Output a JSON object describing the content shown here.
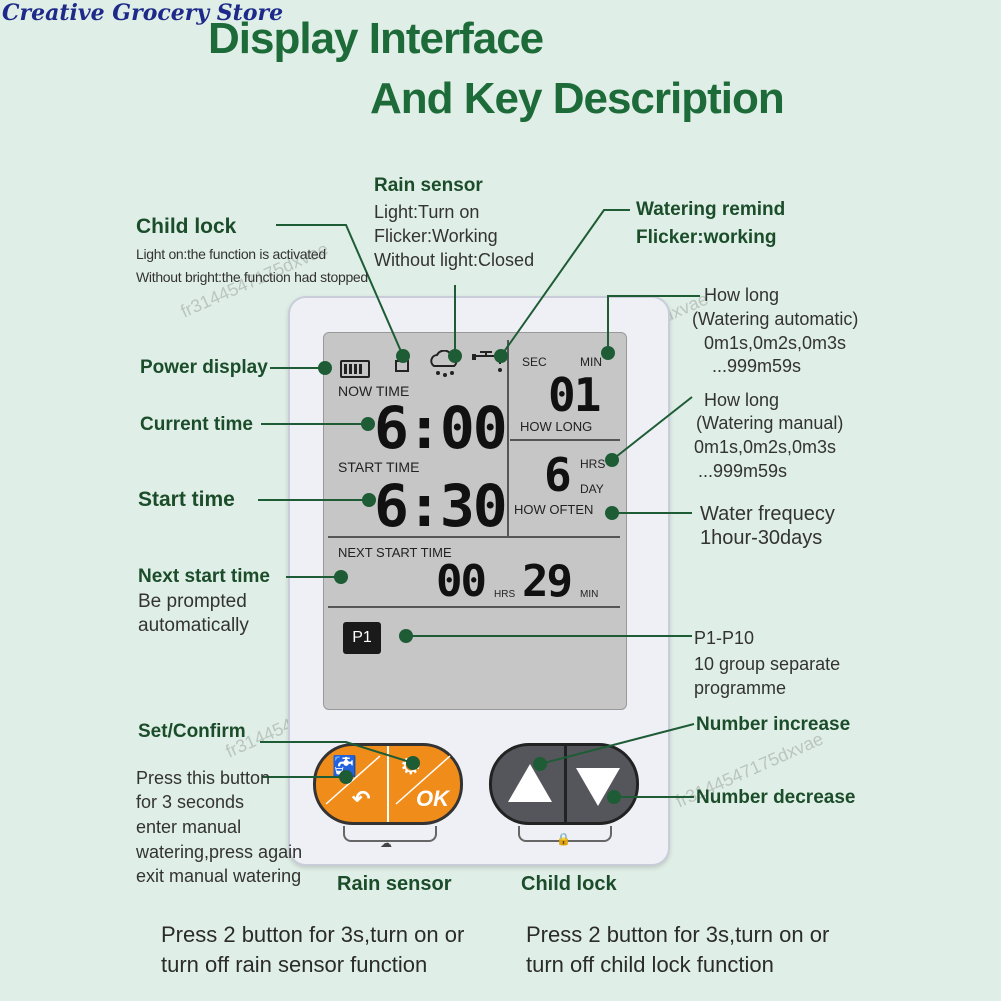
{
  "brand": "Creative Grocery Store",
  "title": {
    "line1": "Display Interface",
    "line2": "And Key Description"
  },
  "colors": {
    "accent": "#1e6b3a",
    "orange_button": "#f08c1a",
    "gray_button": "#55565c",
    "lcd": "#c6c6c6"
  },
  "callouts": {
    "rain_sensor": {
      "label": "Rain sensor",
      "lines": [
        "Light:Turn on",
        "Flicker:Working",
        "Without light:Closed"
      ]
    },
    "child_lock": {
      "label": "Child lock",
      "lines": [
        "Light on:the function is activated",
        "Without bright:the function had stopped"
      ]
    },
    "watering_remind": {
      "label": "Watering remind",
      "sub": "Flicker:working"
    },
    "how_long_auto": {
      "lines": [
        "How long",
        "(Watering automatic)",
        "0m1s,0m2s,0m3s",
        "...999m59s"
      ]
    },
    "how_long_manual": {
      "lines": [
        "How long",
        "(Watering manual)",
        "0m1s,0m2s,0m3s",
        "...999m59s"
      ]
    },
    "power_display": {
      "label": "Power display"
    },
    "current_time": {
      "label": "Current time"
    },
    "start_time": {
      "label": "Start time"
    },
    "water_frequency": {
      "lines": [
        "Water frequecy",
        "1hour-30days"
      ]
    },
    "next_start_time": {
      "label": "Next start time",
      "lines": [
        "Be prompted",
        "automatically"
      ]
    },
    "program": {
      "lines": [
        "P1-P10",
        "10 group separate",
        "programme"
      ]
    },
    "set_confirm": {
      "label": "Set/Confirm",
      "lines": [
        "Press this button",
        "for 3 seconds",
        "enter manual",
        "watering,press again",
        "exit manual watering"
      ]
    },
    "number_increase": {
      "label": "Number increase"
    },
    "number_decrease": {
      "label": "Number decrease"
    }
  },
  "lcd": {
    "now_time_label": "NOW TIME",
    "now_time": "6:00",
    "start_time_label": "START TIME",
    "start_time": "6:30",
    "sec_label": "SEC",
    "min_label": "MIN",
    "how_long_value": "01",
    "how_long_label": "HOW LONG",
    "how_often_value": "6",
    "hrs_label": "HRS",
    "day_label": "DAY",
    "how_often_label": "HOW OFTEN",
    "next_start_label": "NEXT START TIME",
    "next_hrs_value": "00",
    "next_hrs_unit": "HRS",
    "next_min_value": "29",
    "next_min_unit": "MIN",
    "program": "P1"
  },
  "buttons": {
    "ok": "OK"
  },
  "bottom": {
    "rain_sensor_label": "Rain sensor",
    "child_lock_label": "Child lock",
    "rain_note": [
      "Press 2 button for 3s,turn on or",
      "turn off rain sensor function"
    ],
    "lock_note": [
      "Press 2 button for 3s,turn on or",
      "turn off child lock function"
    ]
  },
  "watermark": "fr3144547175dxvae"
}
